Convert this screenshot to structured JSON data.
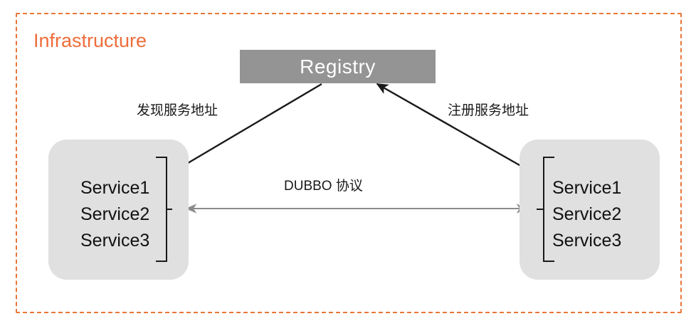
{
  "diagram": {
    "boundary": {
      "title": "Infrastructure",
      "border_color": "#e8763a",
      "title_color": "#ef6c3b",
      "style": "dashed"
    },
    "nodes": {
      "registry": {
        "label": "Registry",
        "fill_color": "#949494",
        "text_color": "#ffffff"
      },
      "consumer": {
        "services": [
          "Service1",
          "Service2",
          "Service3"
        ],
        "fill_color": "#e0e0e0",
        "text_color": "#111111"
      },
      "provider": {
        "services": [
          "Service1",
          "Service2",
          "Service3"
        ],
        "fill_color": "#e0e0e0",
        "text_color": "#111111"
      }
    },
    "edges": {
      "discover": {
        "label": "发现服务地址",
        "color": "#1a1a1a",
        "direction": "registry-to-consumer"
      },
      "register": {
        "label": "注册服务地址",
        "color": "#1a1a1a",
        "direction": "provider-to-registry"
      },
      "protocol": {
        "label": "DUBBO 协议",
        "color": "#8c8c8c",
        "direction": "bidirectional"
      }
    }
  }
}
